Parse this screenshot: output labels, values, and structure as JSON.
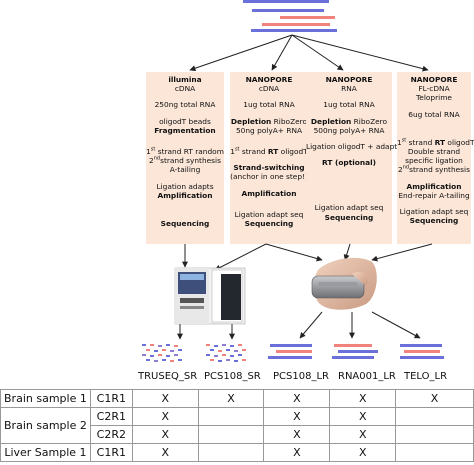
{
  "colors": {
    "read_blue": "#6b6fd9",
    "read_red": "#f0837c",
    "read_purple": "#8f7dd0",
    "panel_bg": "#fbe6d8",
    "arrow": "#222222"
  },
  "protocols": [
    {
      "platform": "illumina",
      "material": "cDNA",
      "input": "250ng total RNA",
      "selection": "oligodT beads",
      "step": "Fragmentation",
      "synth1_pre": "1",
      "synth1_sup": "st",
      "synth1_post": " strand RT random",
      "synth2_pre": "2",
      "synth2_sup": "nd",
      "synth2_post": "strand synthesis",
      "tailing": "A-tailing",
      "ligation": "Ligation adapts",
      "amplification": "Amplification",
      "sequencing": "Sequencing"
    },
    {
      "platform": "NANOPORE",
      "material": "cDNA",
      "input": "1ug total RNA",
      "depletion_label": "Depletion",
      "depletion_value": " RiboZero",
      "polya": "50ng polyA+ RNA",
      "rt_pre": "1",
      "rt_sup": "st",
      "rt_mid": " strand ",
      "rt_bold": "RT",
      "rt_post": " oligodT",
      "switching": "Strand-switching",
      "anchor": "(anchor in one step!)",
      "amplification": "Amplification",
      "ligation": "Ligation adapt seq",
      "sequencing": "Sequencing"
    },
    {
      "platform": "NANOPORE",
      "material": "RNA",
      "input": "1ug total RNA",
      "depletion_label": "Depletion",
      "depletion_value": " RiboZero",
      "polya": "500ng polyA+ RNA",
      "ligation_oligo": "Ligation oligodT + adapt",
      "rt_bold": "RT",
      "rt_post": " (optional)",
      "ligation": "Ligation adapt seq",
      "sequencing": "Sequencing"
    },
    {
      "platform": "NANOPORE",
      "material": "FL-cDNA",
      "kit": "Teloprime",
      "input": "6ug total RNA",
      "rt_pre": "1",
      "rt_sup": "st",
      "rt_mid": " strand ",
      "rt_bold": "RT",
      "rt_post": " oligodT",
      "cap1": "Double strand",
      "cap2": "specific ligation",
      "synth_pre": "2",
      "synth_sup": "nd",
      "synth_post": "strand synthesis",
      "amplification": "Amplification",
      "repair": "End-repair A-tailing",
      "ligation": "Ligation adapt seq",
      "sequencing": "Sequencing"
    }
  ],
  "datasets": [
    "TRUSEQ_SR",
    "PCS108_SR",
    "PCS108_LR",
    "RNA001_LR",
    "TELO_LR"
  ],
  "table": {
    "rows": [
      {
        "sample": "Brain sample 1",
        "replicate": "C1R1",
        "marks": [
          "X",
          "X",
          "X",
          "X",
          "X"
        ]
      },
      {
        "sample": "Brain sample 2",
        "replicate": "C2R1",
        "marks": [
          "X",
          "",
          "X",
          "X",
          ""
        ]
      },
      {
        "sample": "",
        "replicate": "C2R2",
        "marks": [
          "X",
          "",
          "X",
          "X",
          ""
        ]
      },
      {
        "sample": "Liver Sample 1",
        "replicate": "C1R1",
        "marks": [
          "X",
          "",
          "X",
          "X",
          ""
        ]
      }
    ]
  }
}
